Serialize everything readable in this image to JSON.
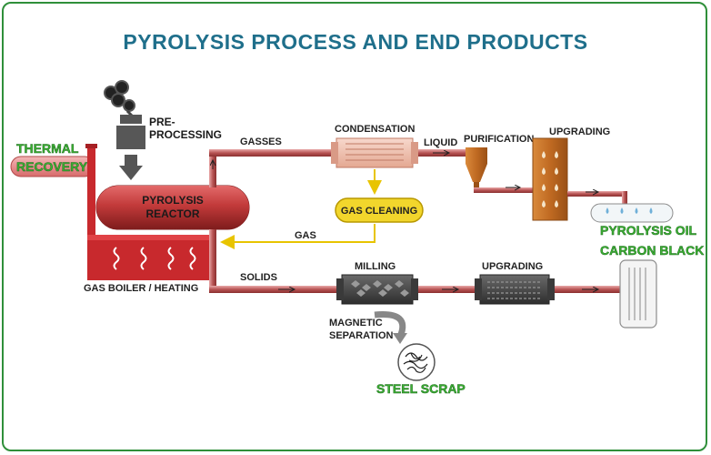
{
  "title": "PYROLYSIS PROCESS AND END PRODUCTS",
  "labels": {
    "pre_processing_1": "PRE-",
    "pre_processing_2": "PROCESSING",
    "thermal_1": "THERMAL",
    "thermal_2": "RECOVERY",
    "gasses": "GASSES",
    "condensation": "CONDENSATION",
    "liquid": "LIQUID",
    "purification": "PURIFICATION",
    "upgrading_top": "UPGRADING",
    "reactor_1": "PYROLYSIS",
    "reactor_2": "REACTOR",
    "gas_cleaning": "GAS CLEANING",
    "gas": "GAS",
    "pyrolysis_oil": "PYROLYSIS OIL",
    "carbon_black": "CARBON BLACK",
    "solids": "SOLIDS",
    "milling": "MILLING",
    "upgrading_bottom": "UPGRADING",
    "gas_boiler": "GAS BOILER / HEATING",
    "magnetic_1": "MAGNETIC",
    "magnetic_2": "SEPARATION",
    "steel_scrap": "STEEL SCRAP"
  },
  "colors": {
    "title": "#1f6f8b",
    "pipe": "#c96a6a",
    "reactor": "#c23a3a",
    "boiler": "#c8292d",
    "gas_line": "#e8c400",
    "product_text": "#3db034",
    "border": "#2f8f3a"
  }
}
